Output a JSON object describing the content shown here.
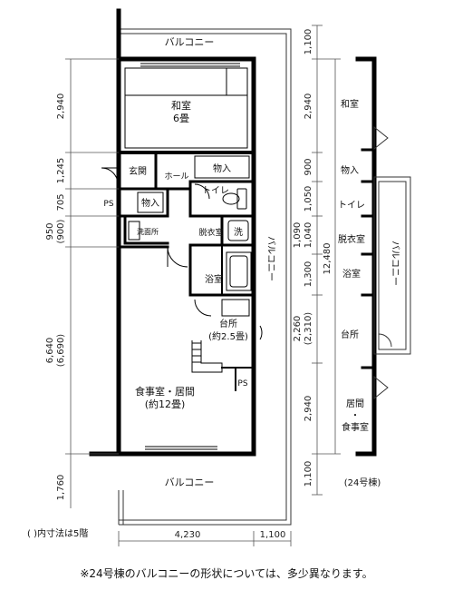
{
  "rooms": {
    "balcony_top": "バルコニー",
    "washitsu": "和室",
    "washitsu_size": "6畳",
    "genkan": "玄関",
    "hall": "ホール",
    "monoire_1": "物入",
    "ps_1": "PS",
    "monoire_2": "物入",
    "toilet": "トイレ",
    "senmenjo": "洗面所",
    "datsuijo": "脱衣室",
    "sen": "洗",
    "balcony_side": "バルコニー",
    "yokushitsu": "浴室",
    "kitchen": "台所",
    "kitchen_size": "(約2.5畳)",
    "ps_2": "PS",
    "living": "食事室・居間",
    "living_size": "(約12畳)",
    "balcony_bottom": "バルコニー"
  },
  "dims_left": {
    "d1": "2,940",
    "d2": "1,245",
    "d3": "705",
    "d4": "950",
    "d4b": "(900)",
    "d5": "6,640",
    "d5b": "(6,690)",
    "d6": "1,760"
  },
  "dims_right": {
    "d1": "1,100",
    "d2": "2,940",
    "d3": "900",
    "d4": "1,050",
    "d5": "1,090",
    "d6": "1,040",
    "d7": "1,300",
    "d8": "2,260",
    "d8b": "(2,310)",
    "d9": "2,940",
    "d10": "1,100",
    "total": "12,480"
  },
  "dims_bottom": {
    "w1": "4,230",
    "w2": "1,100"
  },
  "bldg24": {
    "washitsu": "和室",
    "monoire": "物入",
    "toilet": "トイレ",
    "datsui": "脱衣室",
    "yoku": "浴室",
    "kitchen": "台所",
    "living_1": "居間",
    "living_2": "・",
    "living_3": "食事室",
    "balcony": "バルコニー",
    "caption": "(24号棟)"
  },
  "notes": {
    "floor5": "( )内寸法は5階",
    "footer": "※24号棟のバルコニーの形状については、多少異なります。"
  }
}
